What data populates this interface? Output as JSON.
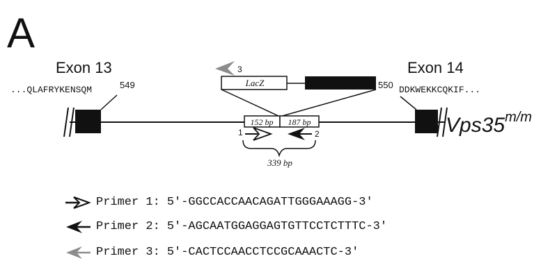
{
  "panel_letter": "A",
  "exons": [
    {
      "title": "Exon 13",
      "sequence": "...QLAFRYKENSQM",
      "position": "549"
    },
    {
      "title": "Exon 14",
      "sequence": "DDKWEKKCQKIF...",
      "position": "550"
    }
  ],
  "allele": {
    "gene": "Vps35",
    "superscript": "m/m"
  },
  "cassette": {
    "lacz_label": "LacZ",
    "primer3_number": "3"
  },
  "fragments": {
    "left": "152 bp",
    "right": "187 bp",
    "total": "339 bp"
  },
  "primer_numbers": {
    "p1": "1",
    "p2": "2"
  },
  "primers": [
    {
      "label": "Primer 1:",
      "sequence": "5'-GGCCACCAACAGATTGGGAAAGG-3'",
      "arrow": "open-right-arrow",
      "color": "#111111"
    },
    {
      "label": "Primer 2:",
      "sequence": "5'-AGCAATGGAGGAGTGTTCCTCTTTC-3'",
      "arrow": "filled-left-arrow",
      "color": "#111111"
    },
    {
      "label": "Primer 3:",
      "sequence": "5'-CACTCCAACCTCCGCAAACTC-3'",
      "arrow": "filled-left-arrow",
      "color": "#8c8c8c"
    }
  ]
}
